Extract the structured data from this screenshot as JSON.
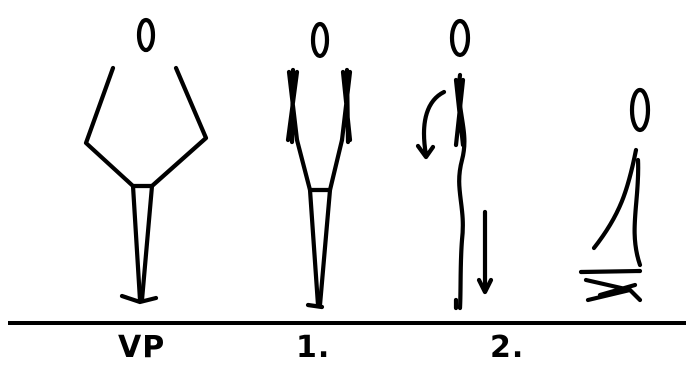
{
  "labels": {
    "vp": "VP",
    "step1": "1.",
    "step2": "2."
  },
  "colors": {
    "ink": "#000000",
    "background": "#ffffff"
  }
}
